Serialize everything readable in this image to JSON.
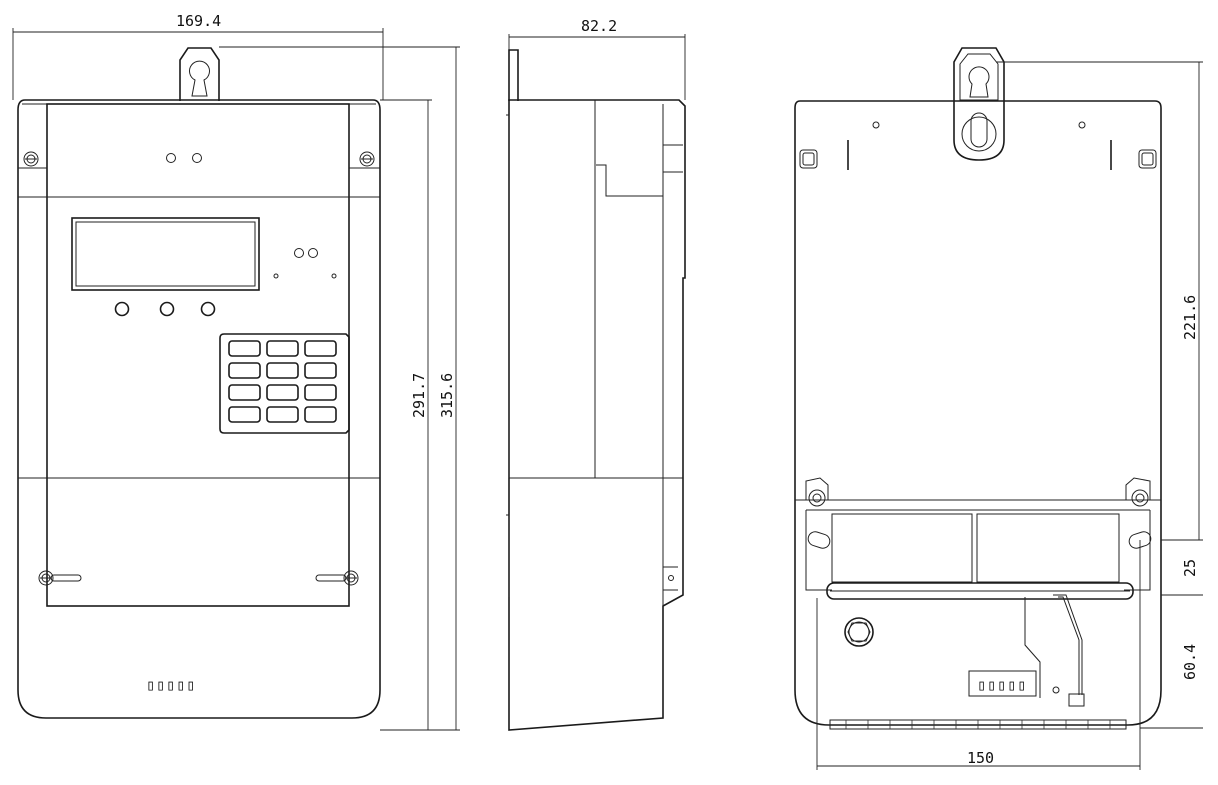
{
  "dimensions": {
    "front_width": "169.4",
    "front_body_height": "291.7",
    "front_total_height": "315.6",
    "side_depth": "82.2",
    "back_mount_height": "221.6",
    "back_slot_offset": "25",
    "back_bottom_offset": "60.4",
    "back_mount_width": "150"
  },
  "labels": {
    "front_terminal_marks": "▯▯▯▯▯",
    "back_terminal_marks": "▯▯▯▯▯"
  },
  "keypad": {
    "rows": 4,
    "cols": 3
  }
}
